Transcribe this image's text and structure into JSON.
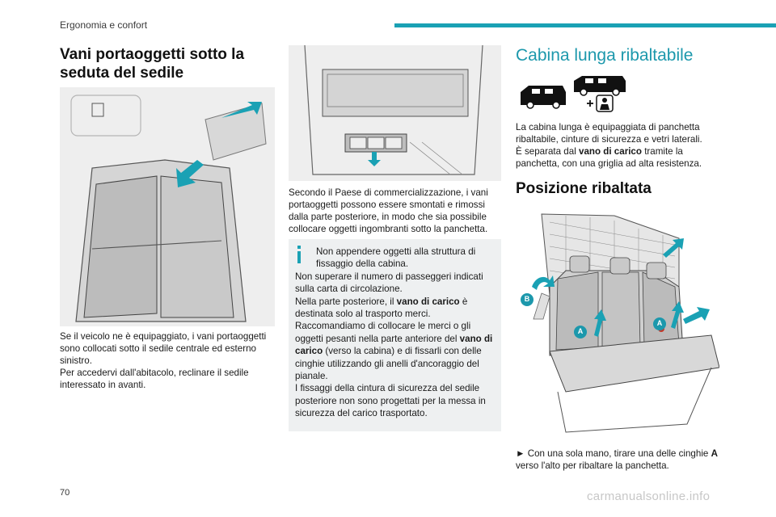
{
  "header": {
    "section_title": "Ergonomia e confort"
  },
  "col1": {
    "heading": "Vani portaoggetti sotto la seduta del sedile",
    "para1": "Se il veicolo ne è equipaggiato, i vani portaoggetti sono collocati sotto il sedile centrale ed esterno sinistro.",
    "para2": "Per accedervi dall'abitacolo, reclinare il sedile interessato in avanti."
  },
  "col2": {
    "paragraph": "Secondo il Paese di commercializzazione, i vani portaoggetti possono essere smontati e rimossi dalla parte posteriore, in modo che sia possibile collocare oggetti ingombranti sotto la panchetta.",
    "info": {
      "icon": "info-icon",
      "line1": "Non appendere oggetti alla struttura di fissaggio della cabina.",
      "line2": "Non superare il numero di passeggeri indicati sulla carta di circolazione.",
      "line3_pre": "Nella parte posteriore, il ",
      "line3_bold": "vano di carico",
      "line3_post": " è destinata solo al trasporto merci.",
      "line4_pre": "Raccomandiamo di collocare le merci o gli oggetti pesanti nella parte anteriore del ",
      "line4_bold": "vano di carico",
      "line4_post": " (verso la cabina) e di fissarli con delle cinghie utilizzando gli anelli d'ancoraggio del pianale.",
      "line5": "I fissaggi della cintura di sicurezza del sedile posteriore non sono progettati per la messa in sicurezza del carico trasportato."
    }
  },
  "col3": {
    "heading": "Cabina lunga ribaltabile",
    "para1_pre": "La cabina lunga è equipaggiata di panchetta ribaltabile, cinture di sicurezza e vetri laterali.",
    "para2_pre": "È separata dal ",
    "para2_bold": "vano di carico",
    "para2_post": " tramite la panchetta, con una griglia ad alta resistenza.",
    "heading2": "Posizione ribaltata",
    "label_a": "A",
    "label_b": "B",
    "bottom_pre": "► Con una sola mano, tirare una delle cinghie ",
    "bottom_bold": "A",
    "bottom_post": " verso l'alto per ribaltare la panchetta."
  },
  "footer": {
    "page_number": "70",
    "watermark": "carmanualsonline.info"
  },
  "colors": {
    "accent": "#1aa1b4",
    "heading_teal": "#1c98ac",
    "marker_red": "#c0392b"
  }
}
